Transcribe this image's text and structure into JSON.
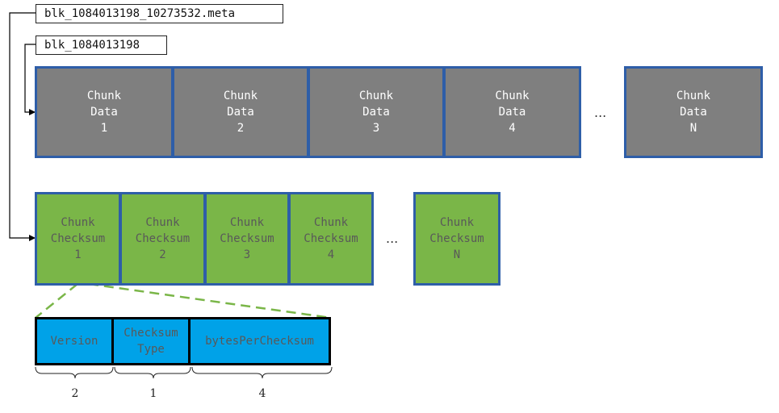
{
  "files": {
    "meta_file": "blk_1084013198_10273532.meta",
    "block_file": "blk_1084013198"
  },
  "block_data": {
    "cells": [
      {
        "line1": "Chunk",
        "line2": "Data",
        "index": "1"
      },
      {
        "line1": "Chunk",
        "line2": "Data",
        "index": "2"
      },
      {
        "line1": "Chunk",
        "line2": "Data",
        "index": "3"
      },
      {
        "line1": "Chunk",
        "line2": "Data",
        "index": "4"
      },
      {
        "line1": "Chunk",
        "line2": "Data",
        "index": "N"
      }
    ],
    "ellipsis": "..."
  },
  "checksums": {
    "cells": [
      {
        "line1": "Chunk",
        "line2": "Checksum",
        "index": "1"
      },
      {
        "line1": "Chunk",
        "line2": "Checksum",
        "index": "2"
      },
      {
        "line1": "Chunk",
        "line2": "Checksum",
        "index": "3"
      },
      {
        "line1": "Chunk",
        "line2": "Checksum",
        "index": "4"
      },
      {
        "line1": "Chunk",
        "line2": "Checksum",
        "index": "N"
      }
    ],
    "ellipsis": "..."
  },
  "header": {
    "fields": [
      {
        "line1": "Version",
        "line2": "",
        "size": "2"
      },
      {
        "line1": "Checksum",
        "line2": "Type",
        "size": "1"
      },
      {
        "line1": "bytesPerChecksum",
        "line2": "",
        "size": "4"
      }
    ]
  },
  "colors": {
    "data_fill": "#7f7f7f",
    "checksum_fill": "#7ab648",
    "header_fill": "#00a2e8",
    "border_blue": "#2e5ea8",
    "dashed_green": "#7ab648"
  }
}
